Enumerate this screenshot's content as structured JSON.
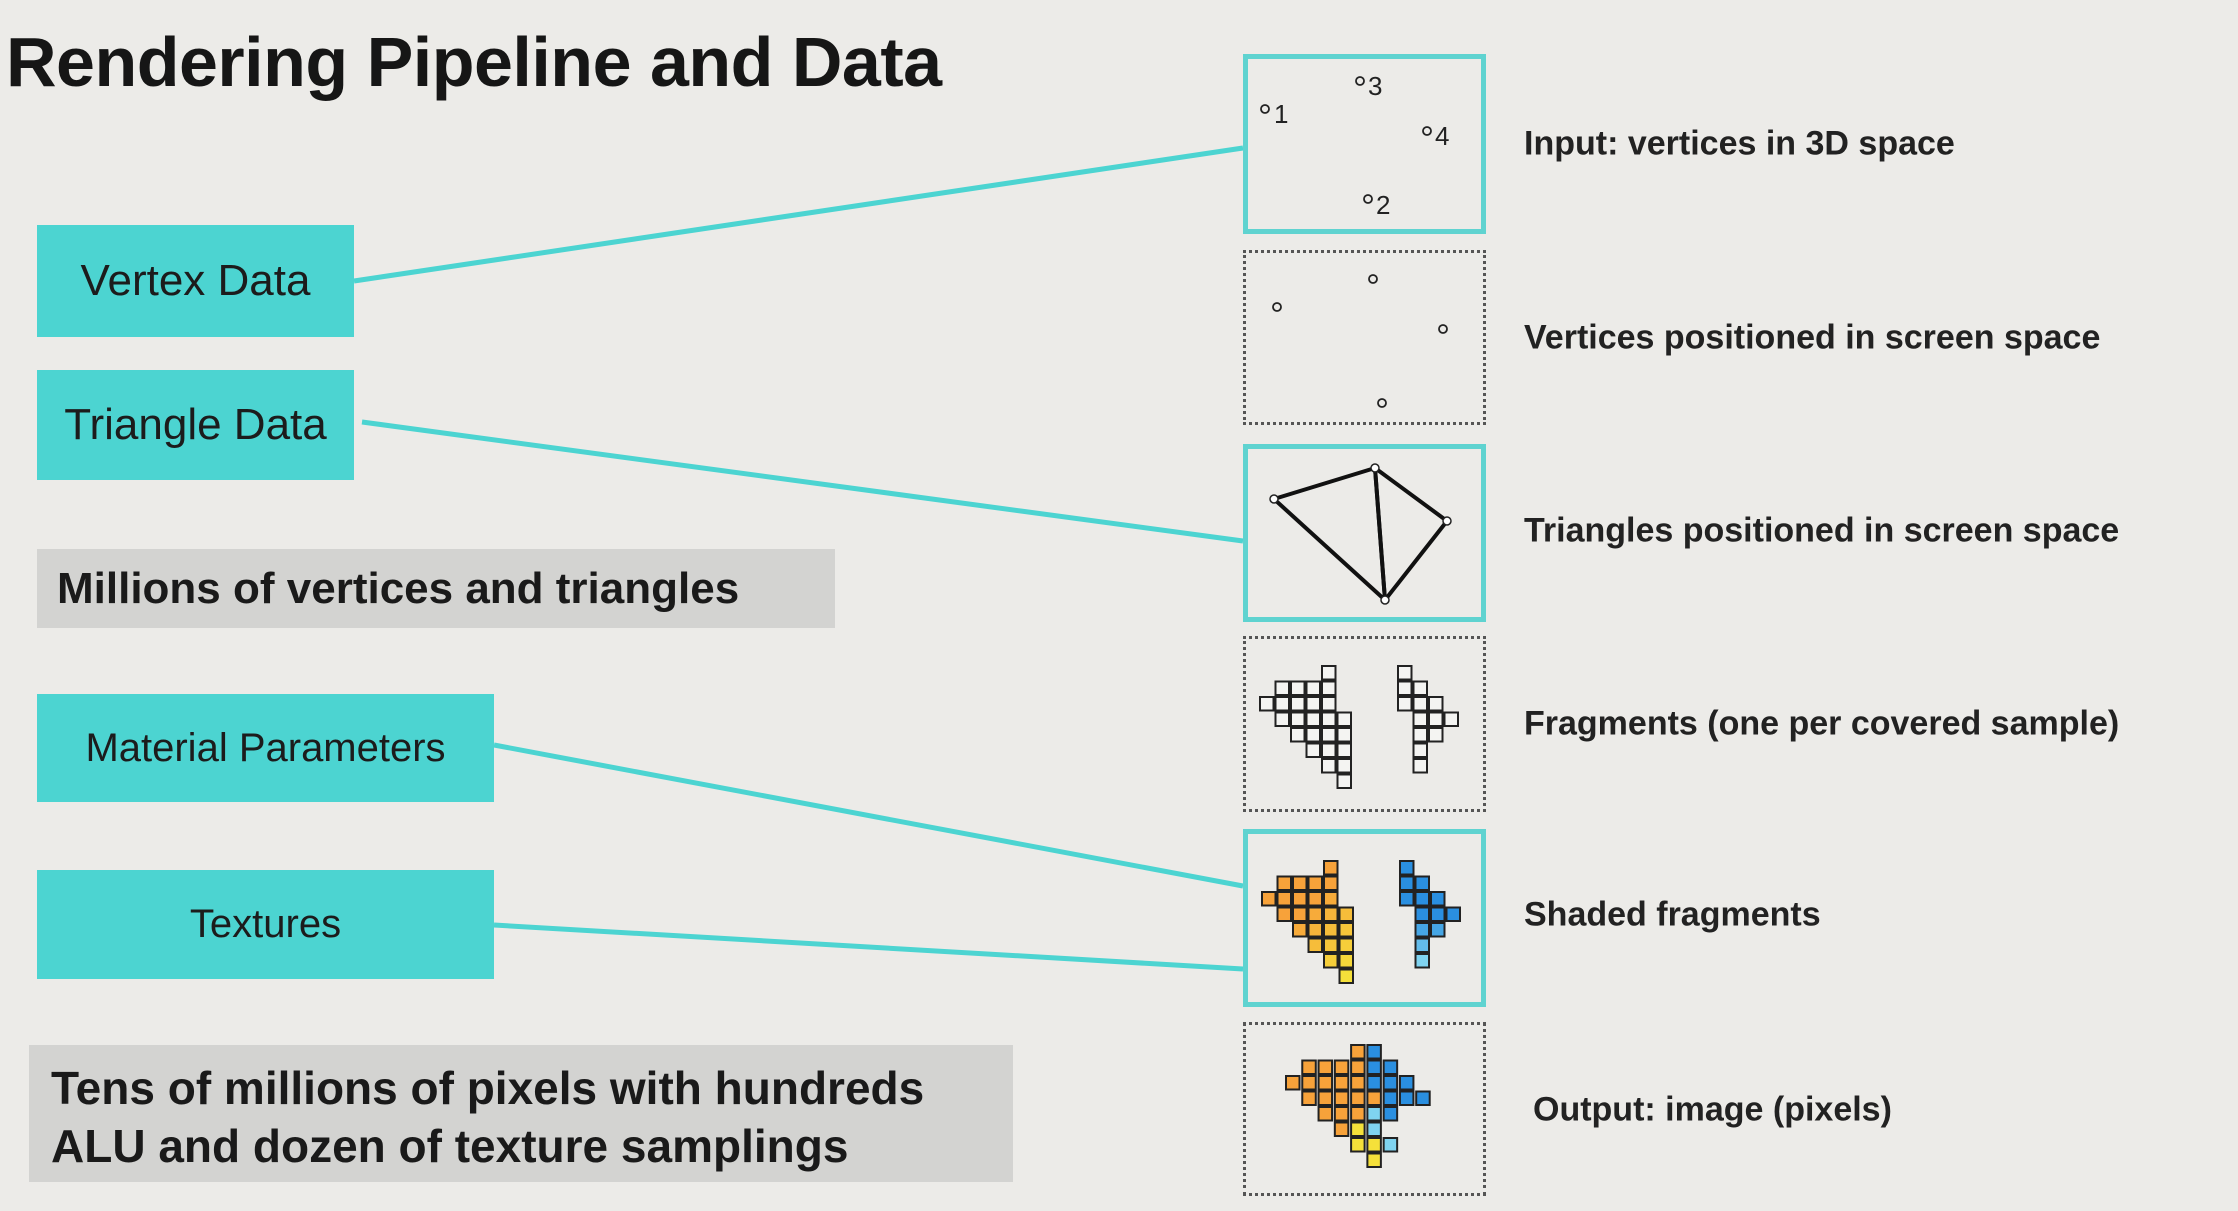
{
  "title": "Rendering Pipeline and Data",
  "inputs": {
    "vertex_data": "Vertex Data",
    "triangle_data": "Triangle Data",
    "material_parameters": "Material Parameters",
    "textures": "Textures"
  },
  "notes": {
    "geometry_scale": "Millions of vertices and triangles",
    "pixel_scale_line1": "Tens of millions of pixels with hundreds",
    "pixel_scale_line2": "ALU and dozen of texture samplings"
  },
  "stages": [
    {
      "label": "Input: vertices in 3D space"
    },
    {
      "label": "Vertices positioned in screen space"
    },
    {
      "label": "Triangles positioned in screen space"
    },
    {
      "label": "Fragments (one per covered sample)"
    },
    {
      "label": "Shaded fragments"
    },
    {
      "label": "Output: image (pixels)"
    }
  ],
  "vertex_labels": [
    "1",
    "2",
    "3",
    "4"
  ],
  "colors": {
    "accent": "#4cd4d1",
    "note_bg": "#d3d3d1",
    "background": "#ecebe8",
    "orange": "#f7a23a",
    "yellow": "#f5e03a",
    "blue": "#2a8fe0",
    "light_blue": "#7fd3f0"
  }
}
